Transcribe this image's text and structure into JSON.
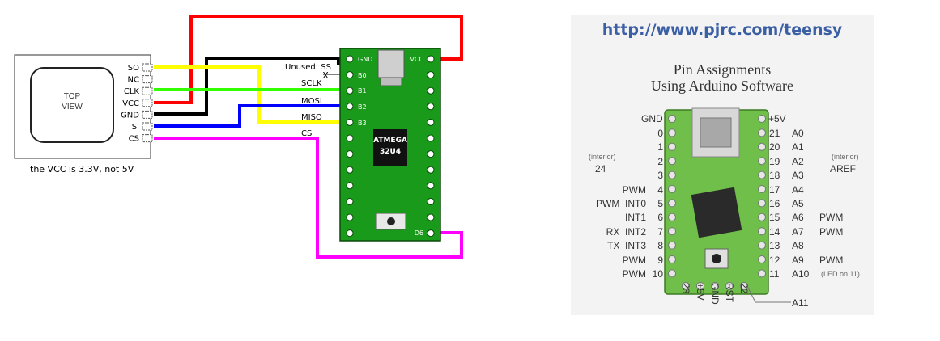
{
  "left_diagram": {
    "module_label": [
      "TOP",
      "VIEW"
    ],
    "module_pins": [
      "SO",
      "NC",
      "CLK",
      "VCC",
      "GND",
      "SI",
      "CS"
    ],
    "note": "the VCC is 3.3V, not 5V",
    "signals": {
      "unused": "Unused: SS",
      "sclk": "SCLK",
      "mosi": "MOSI",
      "miso": "MISO",
      "cs": "CS"
    },
    "board_pins": {
      "gnd": "GND",
      "b0": "B0",
      "b1": "B1",
      "b2": "B2",
      "b3": "B3",
      "vcc": "VCC",
      "d6": "D6"
    },
    "chip_label": [
      "ATMEGA",
      "32U4"
    ],
    "unused_mark": "X",
    "wire_colors": {
      "vcc": "#ff0000",
      "gnd": "#000000",
      "so": "#ffff00",
      "clk": "#33ff00",
      "si": "#0000ff",
      "cs": "#ff00ff",
      "board": "#1a9a1a"
    }
  },
  "reference": {
    "url": "http://www.pjrc.com/teensy",
    "title_line1": "Pin Assignments",
    "title_line2": "Using Arduino Software",
    "top_left": "GND",
    "top_right": "+5V",
    "interior_note": "(interior)",
    "interior_left": "24",
    "interior_right": "AREF",
    "left_pins": [
      "0",
      "1",
      "2",
      "3",
      "4",
      "5",
      "6",
      "7",
      "8",
      "9",
      "10"
    ],
    "left_funcs": [
      "",
      "",
      "",
      "",
      "PWM",
      "PWM  INT0",
      "INT1",
      "RX  INT2",
      "TX  INT3",
      "PWM",
      "PWM"
    ],
    "right_pins": [
      "21",
      "20",
      "19",
      "18",
      "17",
      "16",
      "15",
      "14",
      "13",
      "12",
      "11"
    ],
    "right_analog": [
      "A0",
      "A1",
      "A2",
      "A3",
      "A4",
      "A5",
      "A6",
      "A7",
      "A8",
      "A9",
      "A10"
    ],
    "right_funcs": [
      "",
      "",
      "",
      "",
      "",
      "",
      "PWM",
      "PWM",
      "",
      "PWM",
      "(LED on 11)"
    ],
    "bottom_pins": [
      "23",
      "+5V",
      "GND",
      "RST",
      "22"
    ],
    "bottom_extra": "A11"
  }
}
